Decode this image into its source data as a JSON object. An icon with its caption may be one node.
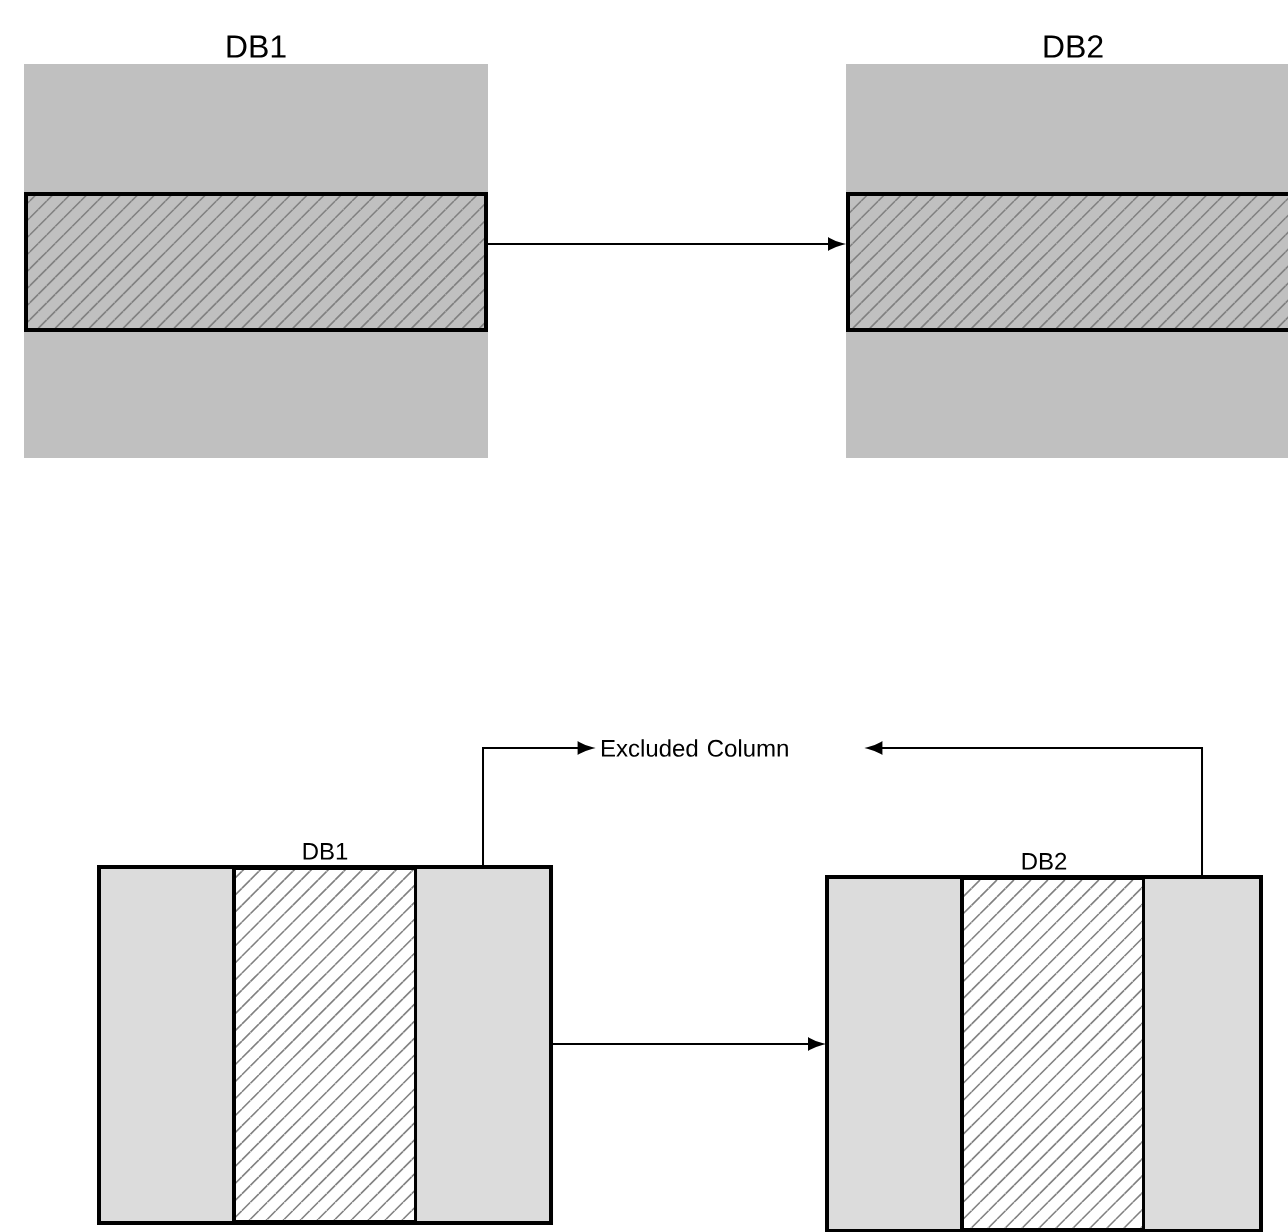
{
  "diagram": {
    "nodes": [
      {
        "text": [
          "DB1"
        ]
      },
      {
        "text": [],
        "shape": "bar",
        "in": 0
      },
      {
        "text": [
          "DB2"
        ]
      },
      {
        "text": [],
        "shape": "bar",
        "in": 2
      },
      {
        "text": [
          "DB1"
        ]
      },
      {
        "text": [],
        "shape": "box",
        "in": 4
      },
      {
        "text": [],
        "shape": "bar",
        "in": 4
      },
      {
        "text": [],
        "shape": "box",
        "in": 4
      },
      {
        "text": [
          "Excluded Column"
        ]
      },
      {
        "text": [
          "DB2"
        ]
      },
      {
        "text": [],
        "shape": "box",
        "in": 9
      },
      {
        "text": [],
        "shape": "bar",
        "in": 9
      },
      {
        "text": [],
        "shape": "box",
        "in": 9
      }
    ],
    "edges": [
      {
        "from": 0,
        "to": 2,
        "arrow": "to"
      },
      {
        "from": 4,
        "to": 9,
        "arrow": "to"
      },
      {
        "from": 7,
        "to": 8,
        "arrow": "to"
      },
      {
        "from": 12,
        "to": 8,
        "arrow": "to"
      }
    ]
  }
}
